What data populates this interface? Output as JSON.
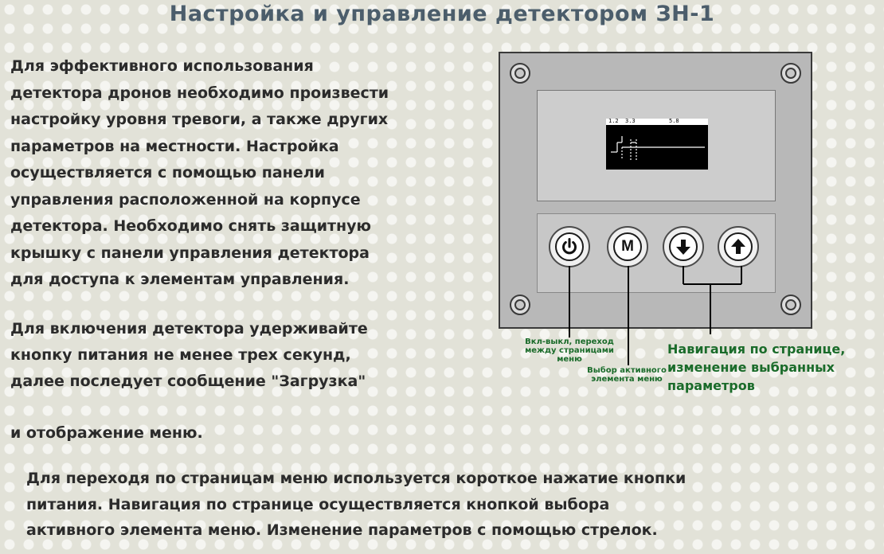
{
  "title": "Настройка и управление детектором ЗН-1",
  "intro_lines": [
    "Для эффективного использования",
    "детектора дронов необходимо произвести",
    "настройку уровня тревоги, а также других",
    "параметров на местности. Настройка",
    "осуществляется с помощью панели",
    "управления расположенной на корпусе",
    "детектора. Необходимо снять защитную",
    "крышку с панели управления детектора",
    "для доступа к элементам управления."
  ],
  "power_lines": [
    "Для включения детектора удерживайте",
    "кнопку питания не менее трех секунд,",
    "далее последует сообщение \"Загрузка\""
  ],
  "menu_line": "и отображение меню.",
  "nav_lines": [
    "Для переходя по страницам меню используется короткое нажатие кнопки",
    "питания. Навигация по странице осуществляется кнопкой выбора",
    "активного элемента меню. Изменение параметров с помощью стрелок."
  ],
  "panel": {
    "lcd_labels": [
      "1.2",
      "3.3",
      "5.8"
    ],
    "button_m_label": "M",
    "icons": [
      "power-icon",
      "arrow-down-icon",
      "arrow-up-icon",
      "screw-icon"
    ]
  },
  "callouts": {
    "power": "Вкл-выкл, переход между страницами меню",
    "mode": "Выбор активного элемента меню",
    "nav_lines": [
      "Навигация по странице,",
      "изменение выбранных",
      "параметров"
    ]
  },
  "colors": {
    "title": "#4b5d6b",
    "text": "#2b2b2b",
    "callout": "#1a6b2a",
    "panel": "#b8b8b8"
  }
}
